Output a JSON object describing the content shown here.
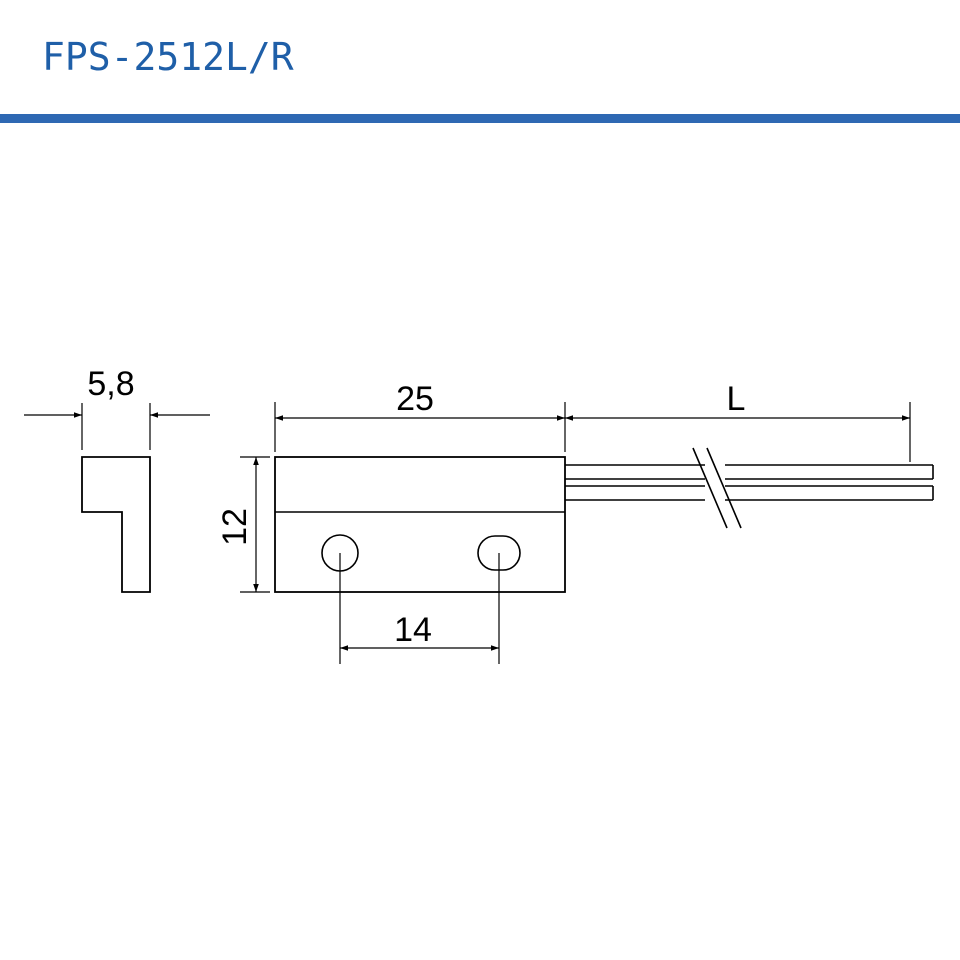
{
  "header": {
    "title": "FPS-2512L/R",
    "accent_color": "#2e68b3"
  },
  "drawing": {
    "side_view": {
      "width_label": "5,8"
    },
    "front_view": {
      "length_label": "25",
      "height_label": "12",
      "hole_spacing_label": "14",
      "cable_length_label": "L"
    }
  }
}
